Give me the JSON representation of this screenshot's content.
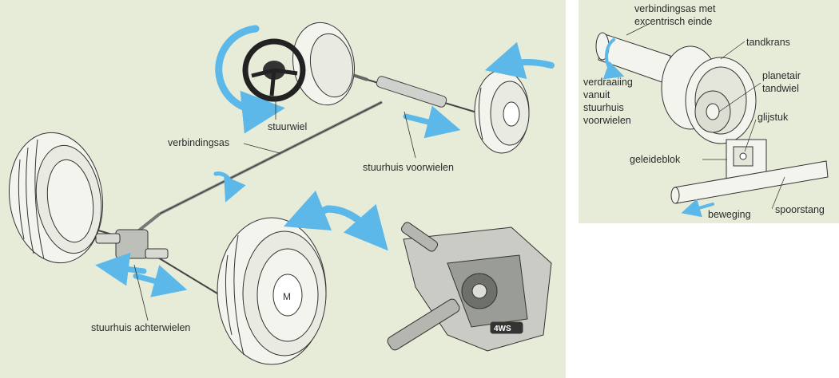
{
  "main": {
    "labels": {
      "steering_wheel": "stuurwiel",
      "connecting_shaft": "verbindingsas",
      "front_steering_box": "stuurhuis voorwielen",
      "rear_steering_box": "stuurhuis achterwielen"
    },
    "badge": "4WS"
  },
  "detail": {
    "labels": {
      "eccentric_shaft_line1": "verbindingsas met",
      "eccentric_shaft_line2": "excentrisch einde",
      "ring_gear": "tandkrans",
      "planet_gear_line1": "planetair",
      "planet_gear_line2": "tandwiel",
      "rotation_line1": "verdraaiing",
      "rotation_line2": "vanuit",
      "rotation_line3": "stuurhuis",
      "rotation_line4": "voorwielen",
      "slider": "glijstuk",
      "guide_block": "geleideblok",
      "movement": "beweging",
      "track_rod": "spoorstang"
    }
  },
  "colors": {
    "background": "#e7ecd9",
    "arrow_blue": "#5bb8e8",
    "line": "#333333"
  }
}
